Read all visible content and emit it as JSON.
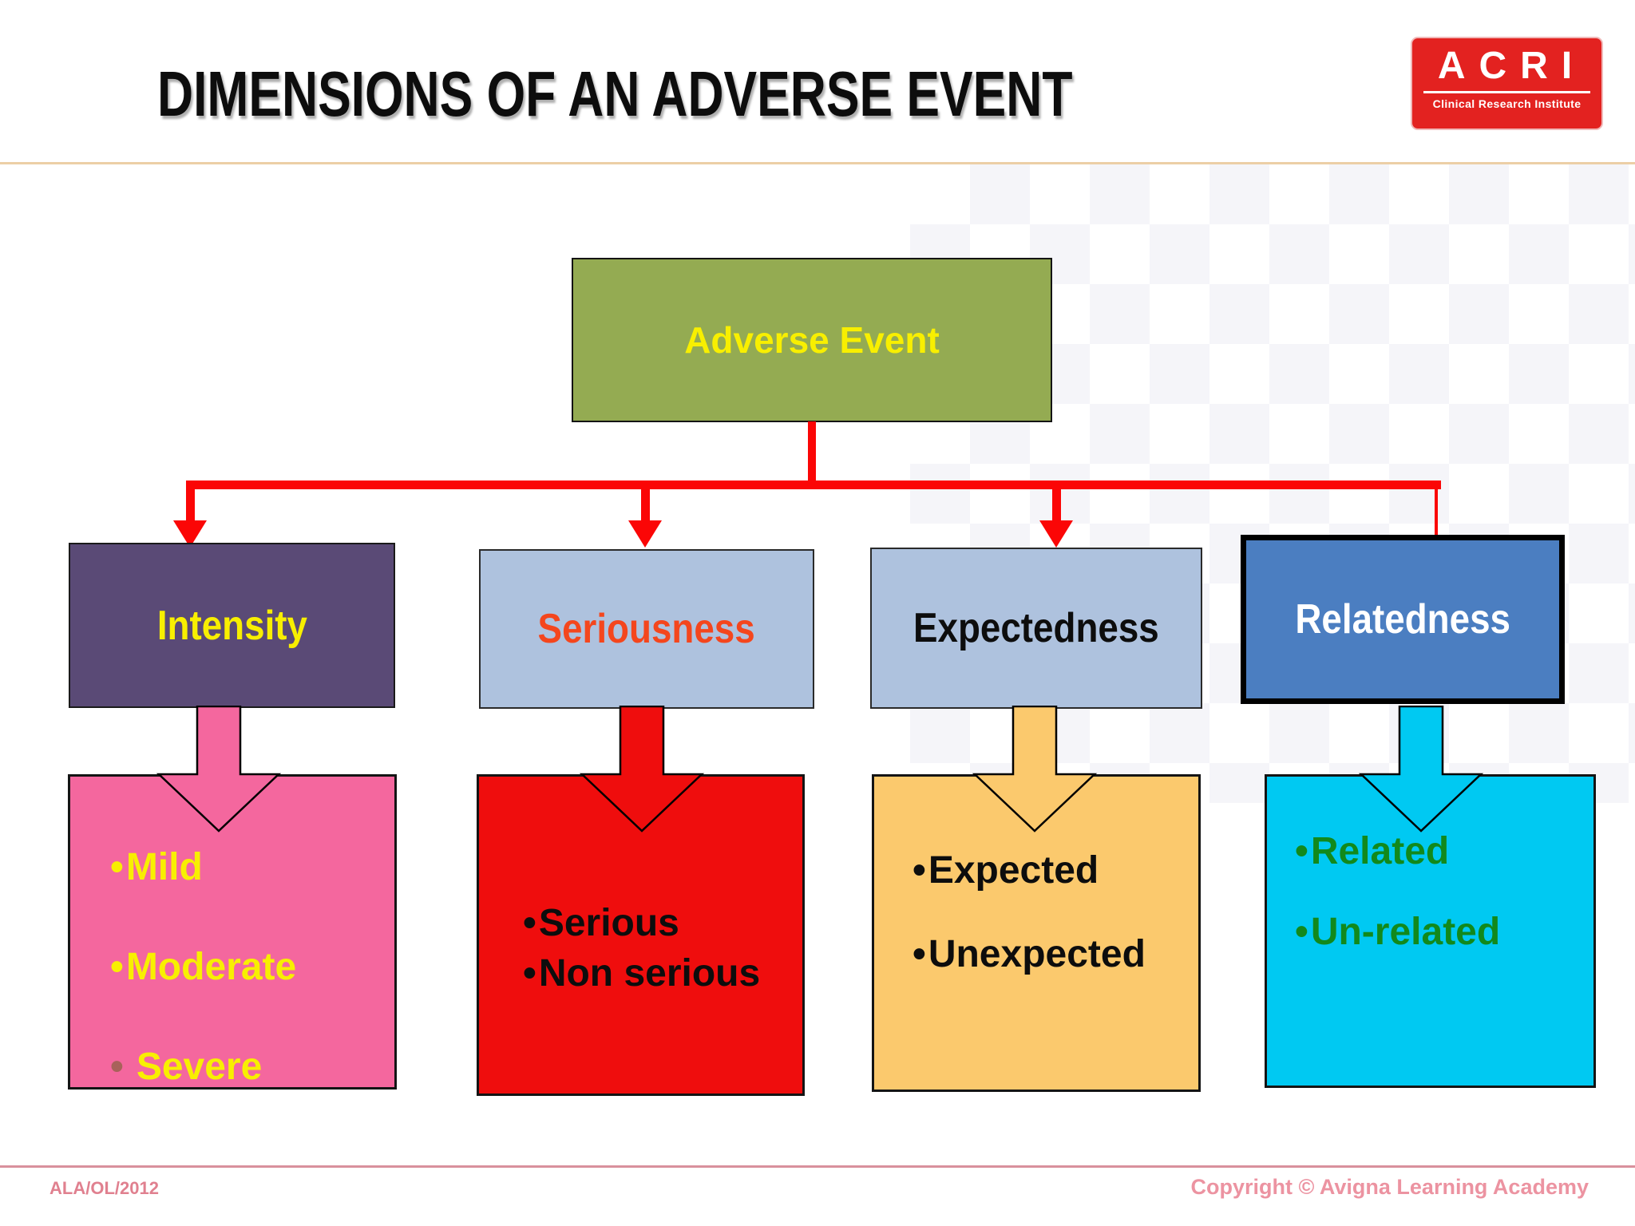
{
  "slide": {
    "title": "DIMENSIONS OF AN ADVERSE EVENT",
    "footer_left": "ALA/OL/2012",
    "footer_right": "Copyright © Avigna Learning Academy"
  },
  "logo": {
    "acronym": "ACRI",
    "subtitle": "Clinical Research Institute",
    "bg_color": "#e32220",
    "text_color": "#ffffff"
  },
  "diagram": {
    "connector_color": "#fb0606",
    "root": {
      "label": "Adverse Event",
      "bg_color": "#94ab52",
      "text_color": "#f8ef00"
    },
    "branches": [
      {
        "header": {
          "label": "Intensity",
          "bg_color": "#5a4a76",
          "text_color": "#f8ef00"
        },
        "arrow_color": "#f4679e",
        "panel": {
          "bg_color": "#f4679e",
          "text_color": "#f8ef00"
        },
        "items": [
          {
            "bullet": "•",
            "label": "Mild",
            "bullet_color": "#f8ef00"
          },
          {
            "bullet": "•",
            "label": "Moderate",
            "bullet_color": "#f8ef00"
          },
          {
            "bullet": "•",
            "label": "Severe",
            "bullet_color": "#a8625a"
          }
        ]
      },
      {
        "header": {
          "label": "Seriousness",
          "bg_color": "#aec2de",
          "text_color": "#f4461d"
        },
        "arrow_color": "#ef0d0d",
        "panel": {
          "bg_color": "#ef0d0d",
          "text_color": "#0d0d0d"
        },
        "items": [
          {
            "bullet": "•",
            "label": "Serious",
            "bullet_color": "#0d0d0d"
          },
          {
            "bullet": "•",
            "label": "Non serious",
            "bullet_color": "#0d0d0d"
          }
        ]
      },
      {
        "header": {
          "label": "Expectedness",
          "bg_color": "#aec2de",
          "text_color": "#0d0d0d"
        },
        "arrow_color": "#fbc96d",
        "panel": {
          "bg_color": "#fbc96d",
          "text_color": "#0d0d0d"
        },
        "items": [
          {
            "bullet": "•",
            "label": "Expected",
            "bullet_color": "#0d0d0d"
          },
          {
            "bullet": "•",
            "label": "Unexpected",
            "bullet_color": "#0d0d0d"
          }
        ]
      },
      {
        "header": {
          "label": "Relatedness",
          "bg_color": "#4b7ec1",
          "text_color": "#ffffff"
        },
        "arrow_color": "#00c9f2",
        "panel": {
          "bg_color": "#00c9f2",
          "text_color": "#12891c"
        },
        "items": [
          {
            "bullet": "•",
            "label": "Related",
            "bullet_color": "#12891c"
          },
          {
            "bullet": "•",
            "label": "Un-related",
            "bullet_color": "#12891c"
          }
        ]
      }
    ]
  }
}
